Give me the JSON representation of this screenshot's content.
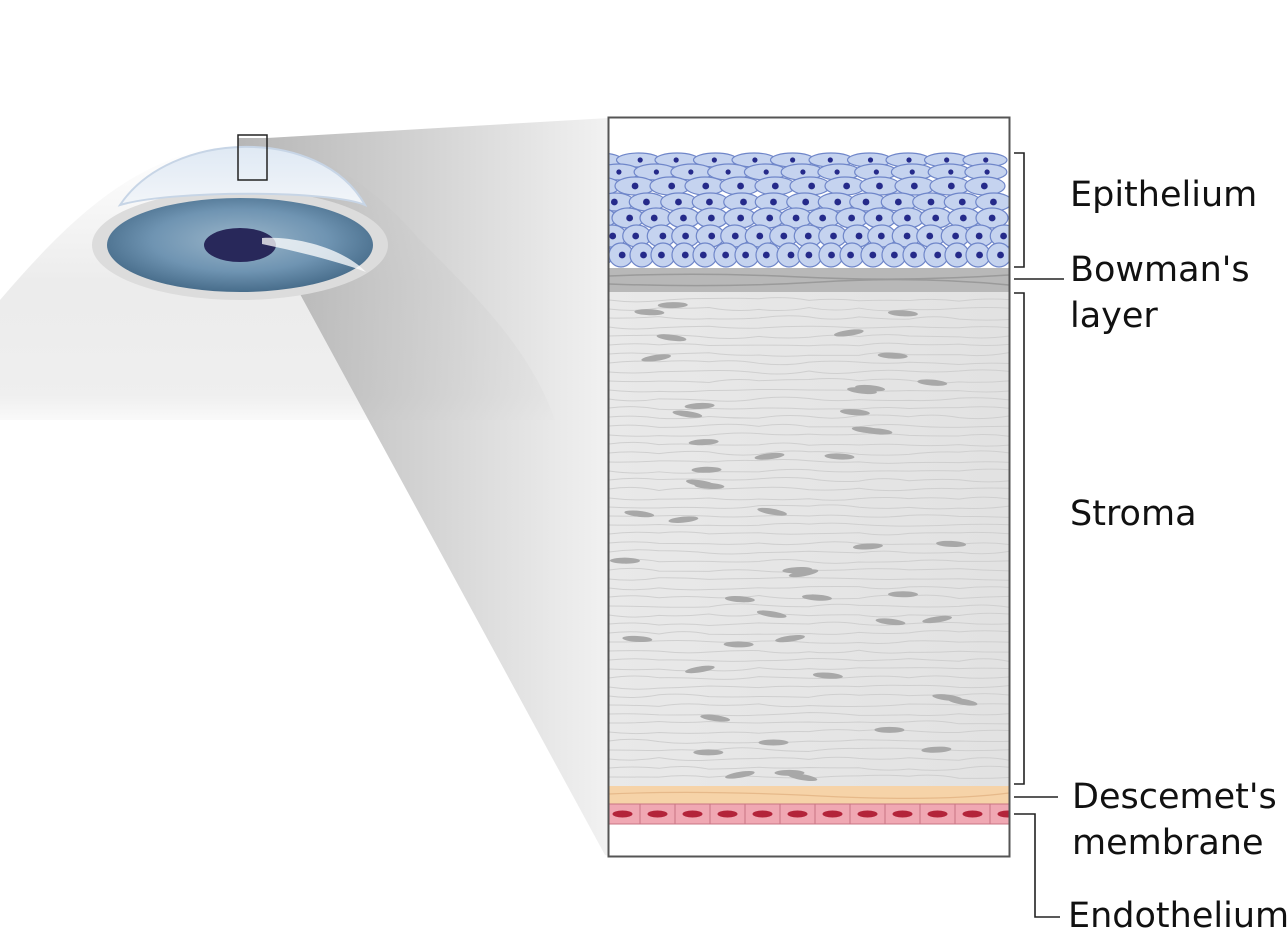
{
  "labels": {
    "epithelium": "Epithelium",
    "bowmans_layer": [
      "Bowman's",
      "layer"
    ],
    "stroma": "Stroma",
    "descemets_membrane": [
      "Descemet's",
      "membrane"
    ],
    "endothelium": "Endothelium"
  },
  "colors": {
    "epithelium_cell_fill": "#c5d3ef",
    "epithelium_cell_stroke": "#6f86c9",
    "epithelium_nucleus": "#252a8a",
    "bowmans_layer": "#b8b8b8",
    "stroma_background": "#e6e6e6",
    "stroma_keratocyte": "#a8a8a8",
    "descemets_membrane": "#f6d3a8",
    "endothelium_cell_fill": "#f0a8b3",
    "endothelium_nucleus": "#b3243a",
    "iris": "#5f86a5",
    "pupil": "#28285a"
  }
}
